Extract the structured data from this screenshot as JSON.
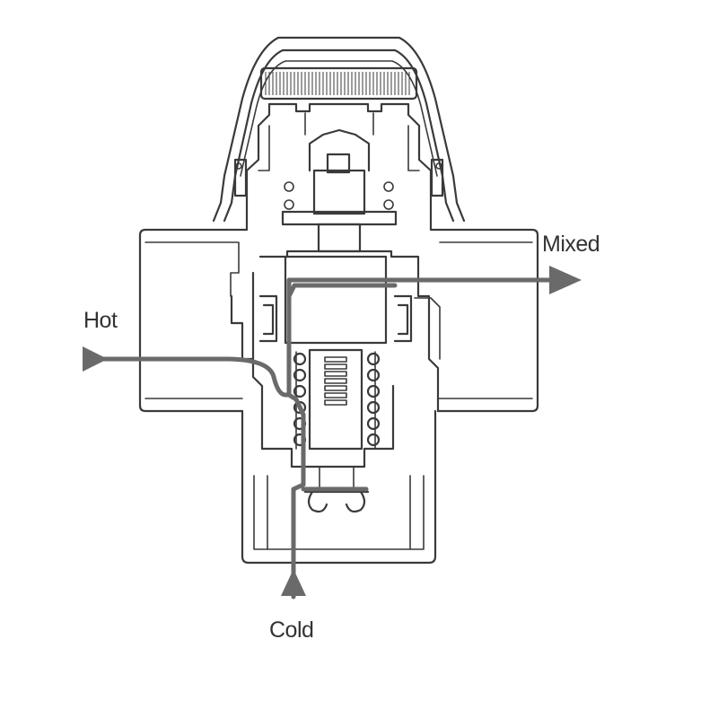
{
  "labels": {
    "hot": "Hot",
    "mixed": "Mixed",
    "cold": "Cold"
  },
  "colors": {
    "outline": "#3a3a3a",
    "flow": "#6a6a6a",
    "background": "#ffffff"
  }
}
